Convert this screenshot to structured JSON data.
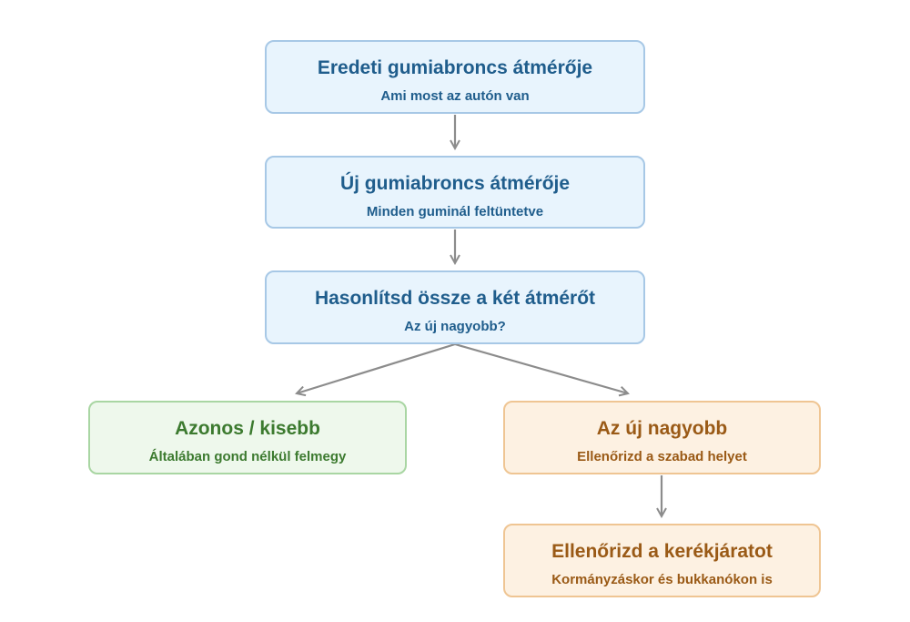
{
  "diagram": {
    "colors": {
      "arrow": "#8c8c8c",
      "blue_fill": "#e8f4fd",
      "blue_border": "#a7c8e6",
      "blue_text": "#1f5d8c",
      "green_fill": "#eef8ec",
      "green_border": "#a9d6a3",
      "green_text": "#3c7a2f",
      "orange_fill": "#fdf1e2",
      "orange_border": "#efc593",
      "orange_text": "#9a5a16"
    },
    "nodes": {
      "original": {
        "title": "Eredeti gumiabroncs átmérője",
        "subtitle": "Ami most az autón van"
      },
      "new": {
        "title": "Új gumiabroncs átmérője",
        "subtitle": "Minden guminál feltüntetve"
      },
      "compare": {
        "title": "Hasonlítsd össze a két átmérőt",
        "subtitle": "Az új nagyobb?"
      },
      "same": {
        "title": "Azonos / kisebb",
        "subtitle": "Általában gond nélkül felmegy"
      },
      "bigger": {
        "title": "Az új nagyobb",
        "subtitle": "Ellenőrizd a szabad helyet"
      },
      "wheel": {
        "title": "Ellenőrizd a kerékjáratot",
        "subtitle": "Kormányzáskor és bukkanókon is"
      }
    },
    "edges": [
      {
        "from": "original",
        "to": "new"
      },
      {
        "from": "new",
        "to": "compare"
      },
      {
        "from": "compare",
        "to": "same"
      },
      {
        "from": "compare",
        "to": "bigger"
      },
      {
        "from": "bigger",
        "to": "wheel"
      }
    ]
  }
}
